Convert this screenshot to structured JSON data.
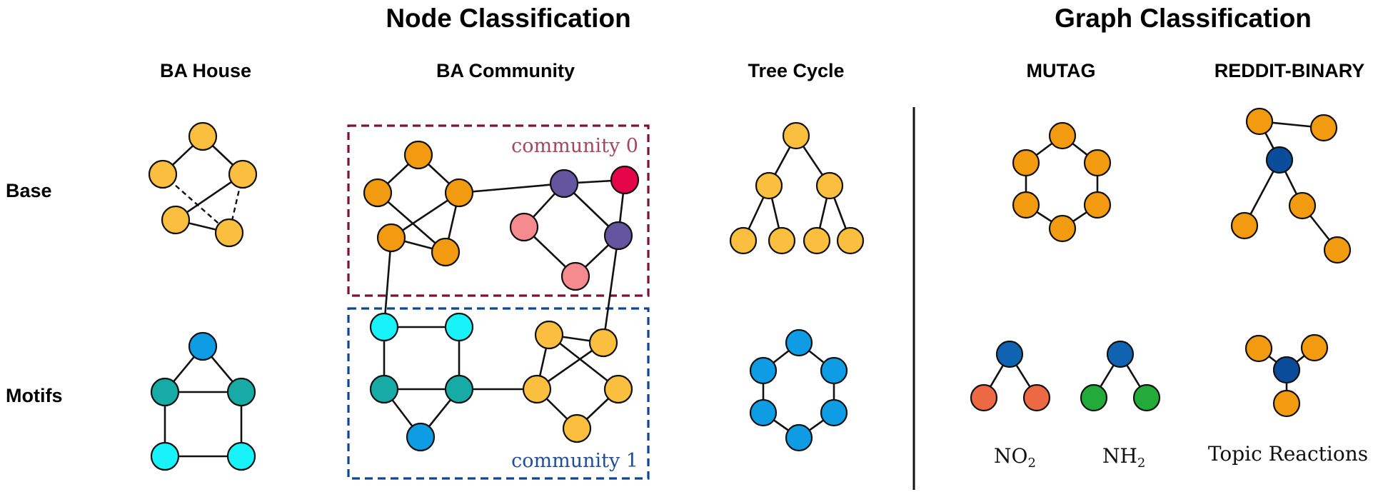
{
  "headers": {
    "node_classification": "Node Classification",
    "graph_classification": "Graph Classification"
  },
  "columns": {
    "ba_house": "BA House",
    "ba_community": "BA Community",
    "tree_cycle": "Tree Cycle",
    "mutag": "MUTAG",
    "reddit_binary": "REDDIT-BINARY"
  },
  "rows": {
    "base": "Base",
    "motifs": "Motifs"
  },
  "community_labels": {
    "c0": "community 0",
    "c1": "community 1"
  },
  "motif_labels": {
    "no2_main": "NO",
    "no2_sub": "2",
    "nh2_main": "NH",
    "nh2_sub": "2",
    "topic": "Topic Reactions"
  },
  "colors": {
    "yellow": "#FBBF3F",
    "orange": "#F29A10",
    "purple": "#64559F",
    "crimson": "#E4054A",
    "pink": "#F68B8F",
    "cyan": "#17F3F9",
    "teal": "#16ACA5",
    "blue": "#0E9CE4",
    "navy": "#0A4C9A",
    "dark_blue": "#0F63B0",
    "red_orange": "#EC6944",
    "green": "#22AA3A",
    "community0_border": "#7D1232",
    "community1_border": "#0F4693",
    "community0_text": "#A4465E",
    "community1_text": "#1D4E9A"
  }
}
